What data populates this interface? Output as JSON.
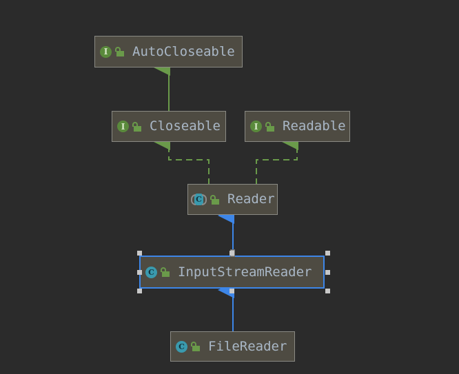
{
  "diagram": {
    "title": "Java Reader class hierarchy",
    "background_color": "#2b2b2b",
    "node_fill": "#4e4b42",
    "node_border": "#8a8a84",
    "text_color": "#a9b7c6",
    "selection_color": "#3d86e8",
    "implements_edge_color": "#6a9a4a",
    "extends_edge_color": "#3d86e8"
  },
  "nodes": [
    {
      "id": "autocloseable",
      "label": "AutoCloseable",
      "stereotype": "interface",
      "icon": "interface-icon",
      "icon_letter": "I",
      "visibility_icon": "public-lock-icon",
      "selected": false,
      "text_clipped": true
    },
    {
      "id": "closeable",
      "label": "Closeable",
      "stereotype": "interface",
      "icon": "interface-icon",
      "icon_letter": "I",
      "visibility_icon": "public-lock-icon",
      "selected": false,
      "text_clipped": false
    },
    {
      "id": "readable",
      "label": "Readable",
      "stereotype": "interface",
      "icon": "interface-icon",
      "icon_letter": "I",
      "visibility_icon": "public-lock-icon",
      "selected": false,
      "text_clipped": false
    },
    {
      "id": "reader",
      "label": "Reader",
      "stereotype": "abstract-class",
      "icon": "abstract-class-icon",
      "icon_letter": "C",
      "visibility_icon": "public-lock-icon",
      "selected": false,
      "text_clipped": false
    },
    {
      "id": "inputstreamreader",
      "label": "InputStreamReader",
      "stereotype": "class",
      "icon": "class-icon",
      "icon_letter": "C",
      "visibility_icon": "public-lock-icon",
      "selected": true,
      "text_clipped": false
    },
    {
      "id": "filereader",
      "label": "FileReader",
      "stereotype": "class",
      "icon": "class-icon",
      "icon_letter": "C",
      "visibility_icon": "public-lock-icon",
      "selected": false,
      "text_clipped": false
    }
  ],
  "edges": [
    {
      "from": "closeable",
      "to": "autocloseable",
      "kind": "extends",
      "style": "solid",
      "color": "#6a9a4a"
    },
    {
      "from": "reader",
      "to": "closeable",
      "kind": "implements",
      "style": "dashed",
      "color": "#6a9a4a"
    },
    {
      "from": "reader",
      "to": "readable",
      "kind": "implements",
      "style": "dashed",
      "color": "#6a9a4a"
    },
    {
      "from": "inputstreamreader",
      "to": "reader",
      "kind": "extends",
      "style": "solid",
      "color": "#3d86e8"
    },
    {
      "from": "filereader",
      "to": "inputstreamreader",
      "kind": "extends",
      "style": "solid",
      "color": "#3d86e8"
    }
  ]
}
